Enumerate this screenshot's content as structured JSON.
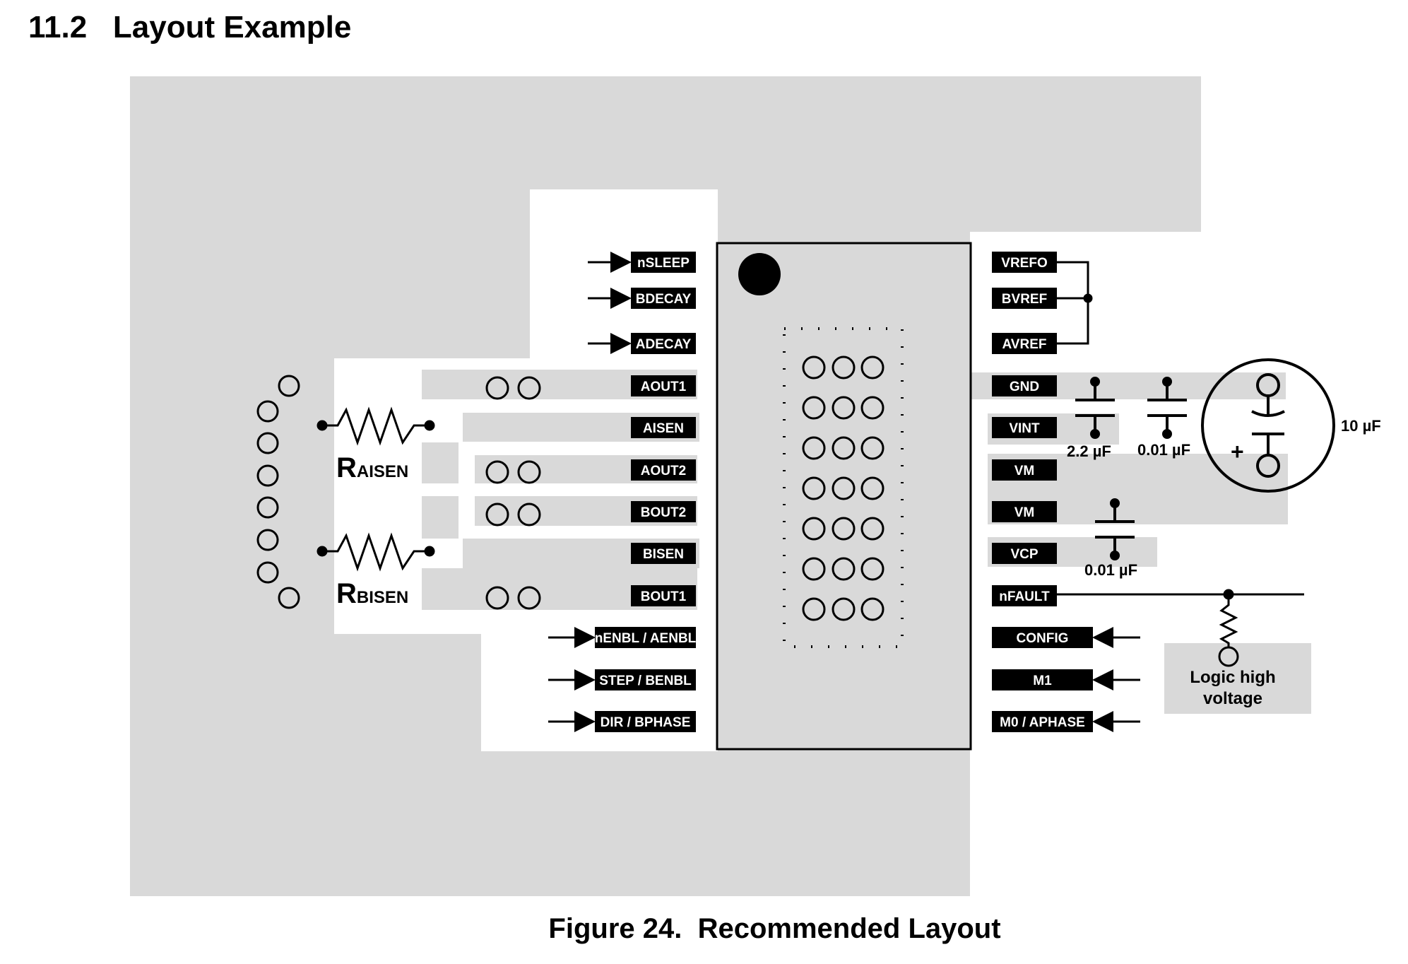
{
  "heading": "11.2   Layout Example",
  "caption": "Figure 24.  Recommended Layout",
  "left_pins": [
    "nSLEEP",
    "BDECAY",
    "ADECAY",
    "AOUT1",
    "AISEN",
    "AOUT2",
    "BOUT2",
    "BISEN",
    "BOUT1",
    "nENBL / AENBL",
    "STEP / BENBL",
    "DIR / BPHASE"
  ],
  "right_pins": [
    "VREFO",
    "BVREF",
    "AVREF",
    "GND",
    "VINT",
    "VM",
    "VM",
    "VCP",
    "nFAULT",
    "CONFIG",
    "M1",
    "M0 / APHASE"
  ],
  "resistors": {
    "a": {
      "main": "R",
      "sub": "AISEN"
    },
    "b": {
      "main": "R",
      "sub": "BISEN"
    }
  },
  "capacitors": {
    "c1": "2.2 µF",
    "c2": "0.01 µF",
    "c3": "10 µF",
    "c4": "0.01 µF"
  },
  "pullup_box": {
    "line1": "Logic high",
    "line2": "voltage"
  },
  "colors": {
    "plane": "#d9d9d9",
    "label_bg": "#000000",
    "label_fg": "#ffffff",
    "stroke": "#000000"
  }
}
